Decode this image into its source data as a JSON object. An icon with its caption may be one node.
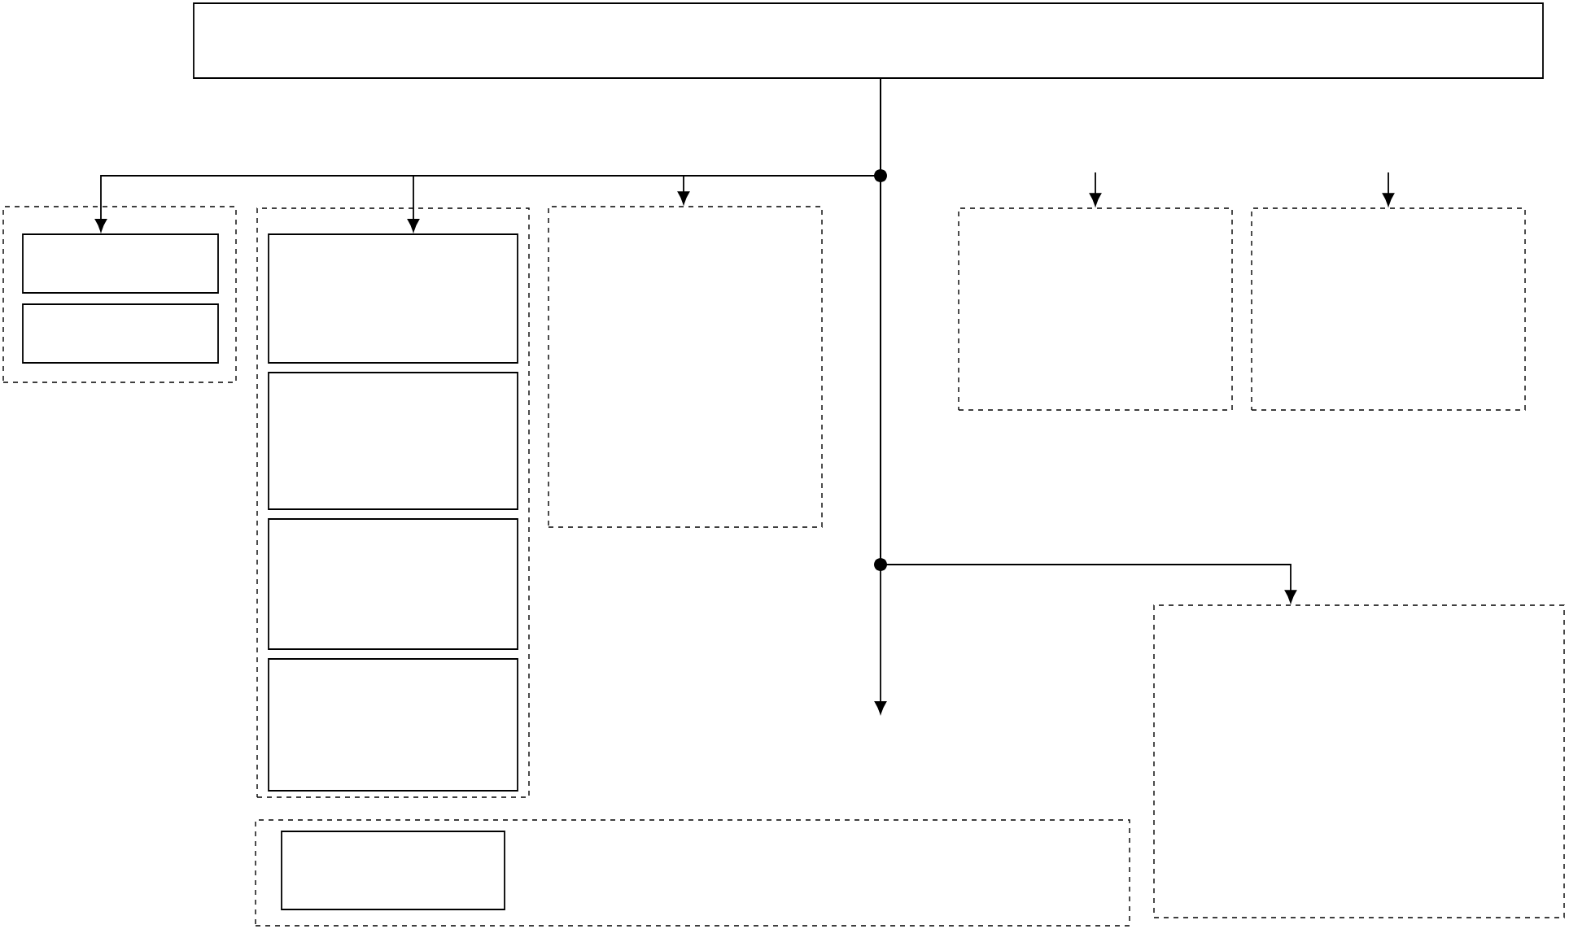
{
  "diagram": {
    "nodes": [
      {
        "text": [],
        "shape": "box"
      },
      {
        "text": [],
        "shape": "box"
      },
      {
        "text": [],
        "shape": "box",
        "in": 1
      },
      {
        "text": [],
        "shape": "box",
        "in": 1
      },
      {
        "text": [],
        "shape": "box"
      },
      {
        "text": [],
        "shape": "box",
        "in": 4
      },
      {
        "text": [],
        "shape": "box",
        "in": 4
      },
      {
        "text": [],
        "shape": "box",
        "in": 4
      },
      {
        "text": [],
        "shape": "box",
        "in": 4
      },
      {
        "text": [],
        "shape": "box"
      },
      {
        "text": [],
        "shape": "box"
      },
      {
        "text": [],
        "shape": "box"
      },
      {
        "text": [],
        "shape": "box"
      },
      {
        "text": [],
        "shape": "box"
      },
      {
        "text": [],
        "shape": "box",
        "in": 13
      }
    ],
    "edges": [
      {
        "from": 0,
        "to": 2,
        "arrow": "to"
      },
      {
        "from": 0,
        "to": 5,
        "arrow": "to"
      },
      {
        "from": 0,
        "to": 9,
        "arrow": "to"
      },
      {
        "from": null,
        "to": 10,
        "arrow": "to"
      },
      {
        "from": null,
        "to": 11,
        "arrow": "to"
      },
      {
        "from": 0,
        "to": 12,
        "arrow": "to"
      },
      {
        "from": 0,
        "to": null,
        "arrow": "to"
      }
    ]
  }
}
